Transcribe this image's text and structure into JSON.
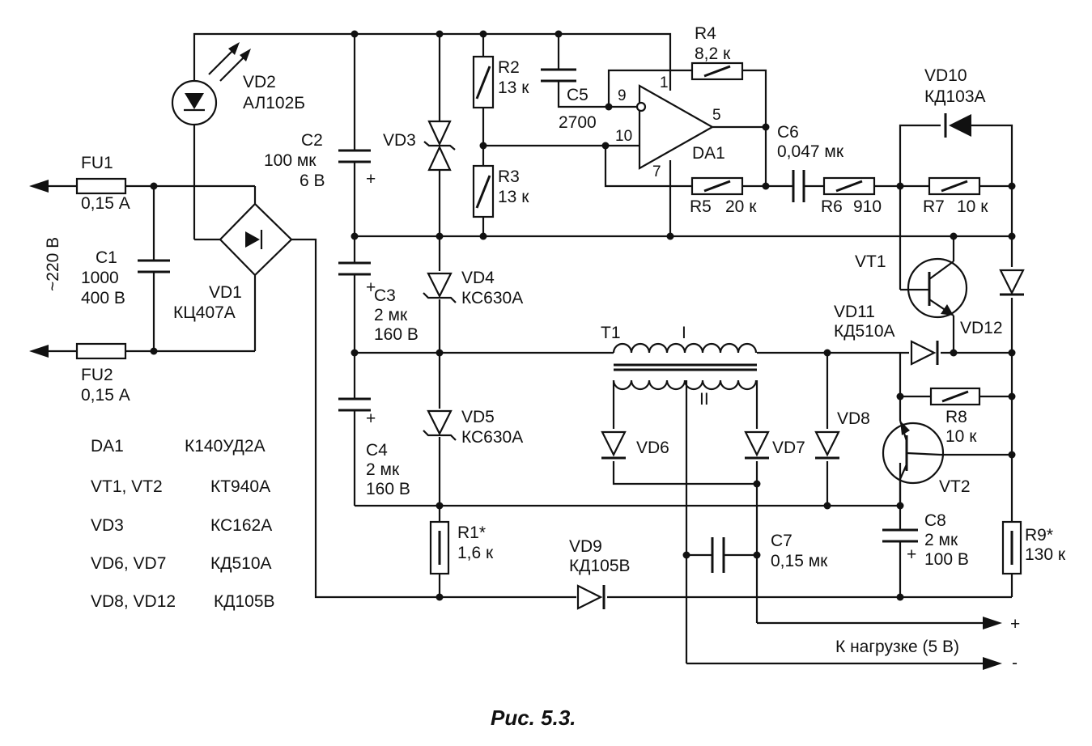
{
  "figure": {
    "caption": "Рис. 5.3.",
    "mains_voltage": "~220 В",
    "load_label": "К нагрузке (5 В)",
    "load_plus": "+",
    "load_minus": "-"
  },
  "components": {
    "FU1": {
      "ref": "FU1",
      "value": "0,15 А"
    },
    "FU2": {
      "ref": "FU2",
      "value": "0,15 А"
    },
    "C1": {
      "ref": "C1",
      "value1": "1000",
      "value2": "400 В"
    },
    "VD1": {
      "ref": "VD1",
      "type": "КЦ407А"
    },
    "VD2": {
      "ref": "VD2",
      "type": "АЛ102Б"
    },
    "C2": {
      "ref": "C2",
      "value1": "100 мк",
      "value2": "6 В",
      "polarity": "+"
    },
    "C3": {
      "ref": "C3",
      "value1": "2 мк",
      "value2": "160 В",
      "polarity": "+"
    },
    "C4": {
      "ref": "C4",
      "value1": "2 мк",
      "value2": "160 В",
      "polarity": "+"
    },
    "VD3": {
      "ref": "VD3"
    },
    "VD4": {
      "ref": "VD4",
      "type": "КС630А"
    },
    "VD5": {
      "ref": "VD5",
      "type": "КС630А"
    },
    "R1": {
      "ref": "R1*",
      "value": "1,6 к"
    },
    "R2": {
      "ref": "R2",
      "value": "13 к"
    },
    "R3": {
      "ref": "R3",
      "value": "13 к"
    },
    "C5": {
      "ref": "C5",
      "value": "2700"
    },
    "R4": {
      "ref": "R4",
      "value": "8,2 к"
    },
    "DA1": {
      "ref": "DA1",
      "pins": [
        "9",
        "10",
        "1",
        "5",
        "7"
      ]
    },
    "R5": {
      "ref": "R5",
      "value": "20 к"
    },
    "C6": {
      "ref": "C6",
      "value": "0,047 мк"
    },
    "R6": {
      "ref": "R6",
      "value": "910"
    },
    "R7": {
      "ref": "R7",
      "value": "10 к"
    },
    "VD10": {
      "ref": "VD10",
      "type": "КД103А"
    },
    "VT1": {
      "ref": "VT1"
    },
    "VT2": {
      "ref": "VT2"
    },
    "VD11": {
      "ref": "VD11",
      "type": "КД510А"
    },
    "VD12": {
      "ref": "VD12"
    },
    "T1": {
      "ref": "T1",
      "winding1": "I",
      "winding2": "II"
    },
    "VD6": {
      "ref": "VD6"
    },
    "VD7": {
      "ref": "VD7"
    },
    "VD8": {
      "ref": "VD8"
    },
    "R8": {
      "ref": "R8",
      "value": "10 к"
    },
    "C7": {
      "ref": "C7",
      "value": "0,15 мк"
    },
    "C8": {
      "ref": "C8",
      "value1": "2 мк",
      "value2": "100 В",
      "polarity": "+"
    },
    "R9": {
      "ref": "R9*",
      "value": "130 к"
    },
    "VD9": {
      "ref": "VD9",
      "type": "КД105В"
    }
  },
  "parts_table": [
    {
      "ref": "DA1",
      "type": "К140УД2А"
    },
    {
      "ref": "VT1, VT2",
      "type": "КТ940А"
    },
    {
      "ref": "VD3",
      "type": "КС162А"
    },
    {
      "ref": "VD6, VD7",
      "type": "КД510А"
    },
    {
      "ref": "VD8, VD12",
      "type": "КД105В"
    }
  ]
}
